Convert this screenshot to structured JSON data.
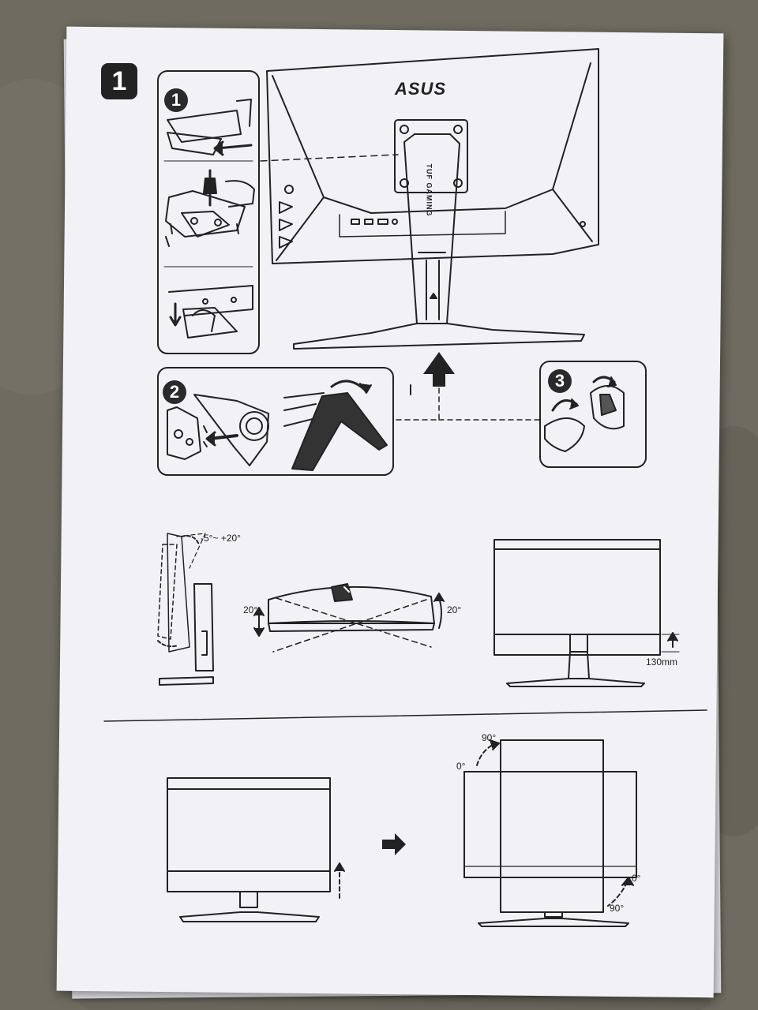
{
  "step": {
    "number": "1"
  },
  "substeps": {
    "one": "1",
    "two": "2",
    "three": "3"
  },
  "monitor": {
    "brand": "ASUS",
    "series": "TUF GAMING"
  },
  "adjustments": {
    "tilt": "-5°~ +20°",
    "swivel_left": "20°",
    "swivel_right": "20°",
    "height": "130mm"
  },
  "pivot": {
    "top_start": "0°",
    "top_end": "90°",
    "bottom_start": "0°",
    "bottom_end": "90°"
  },
  "colors": {
    "paper": "#f2f2f6",
    "ink": "#222222",
    "background": "#6f6b60"
  },
  "icons": [
    "arrow-up-icon",
    "arrow-right-icon",
    "arrow-left-icon",
    "rotate-arrow-icon",
    "screwdriver-icon"
  ]
}
